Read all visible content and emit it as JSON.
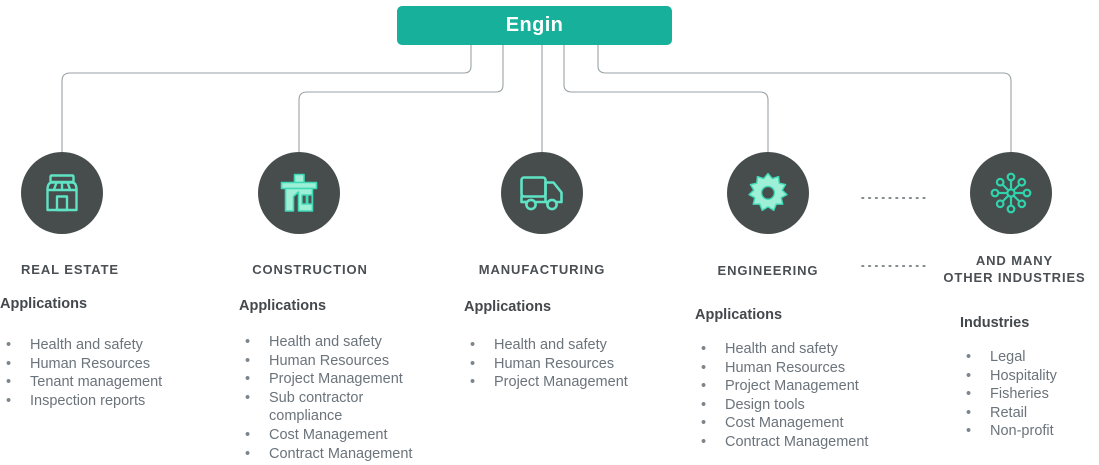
{
  "root": {
    "label": "Engin",
    "color": "#17b09b",
    "text_color": "#ffffff"
  },
  "theme": {
    "accent": "#17b09b",
    "icon_accent": "#4fe0c0",
    "circle_bg": "#474c4c",
    "connector": "#9aa2a6",
    "heading_text": "#43484d",
    "body_text": "#6b737b",
    "title_text": "#4a4f54"
  },
  "dotted_separators": [
    {
      "label": "dotted-connector-upper"
    },
    {
      "label": "dotted-connector-lower"
    }
  ],
  "columns": [
    {
      "id": "real-estate",
      "title": "REAL ESTATE",
      "icon": "storefront-icon",
      "section_heading": "Applications",
      "items": [
        "Health and safety",
        "Human Resources",
        "Tenant management",
        "Inspection reports"
      ]
    },
    {
      "id": "construction",
      "title": "CONSTRUCTION",
      "icon": "construction-building-icon",
      "section_heading": "Applications",
      "items": [
        "Health and safety",
        "Human Resources",
        "Project Management",
        "Sub contractor\ncompliance",
        "Cost Management",
        "Contract Management"
      ]
    },
    {
      "id": "manufacturing",
      "title": "MANUFACTURING",
      "icon": "delivery-truck-icon",
      "section_heading": "Applications",
      "items": [
        "Health and safety",
        "Human Resources",
        "Project Management"
      ]
    },
    {
      "id": "engineering",
      "title": "ENGINEERING",
      "icon": "gear-icon",
      "section_heading": "Applications",
      "items": [
        "Health and safety",
        "Human Resources",
        "Project Management",
        "Design tools",
        "Cost Management",
        "Contract Management"
      ]
    },
    {
      "id": "other-industries",
      "title": "AND MANY\nOTHER INDUSTRIES",
      "icon": "network-nodes-icon",
      "section_heading": "Industries",
      "items": [
        "Legal",
        "Hospitality",
        "Fisheries",
        "Retail",
        "Non-profit"
      ]
    }
  ]
}
